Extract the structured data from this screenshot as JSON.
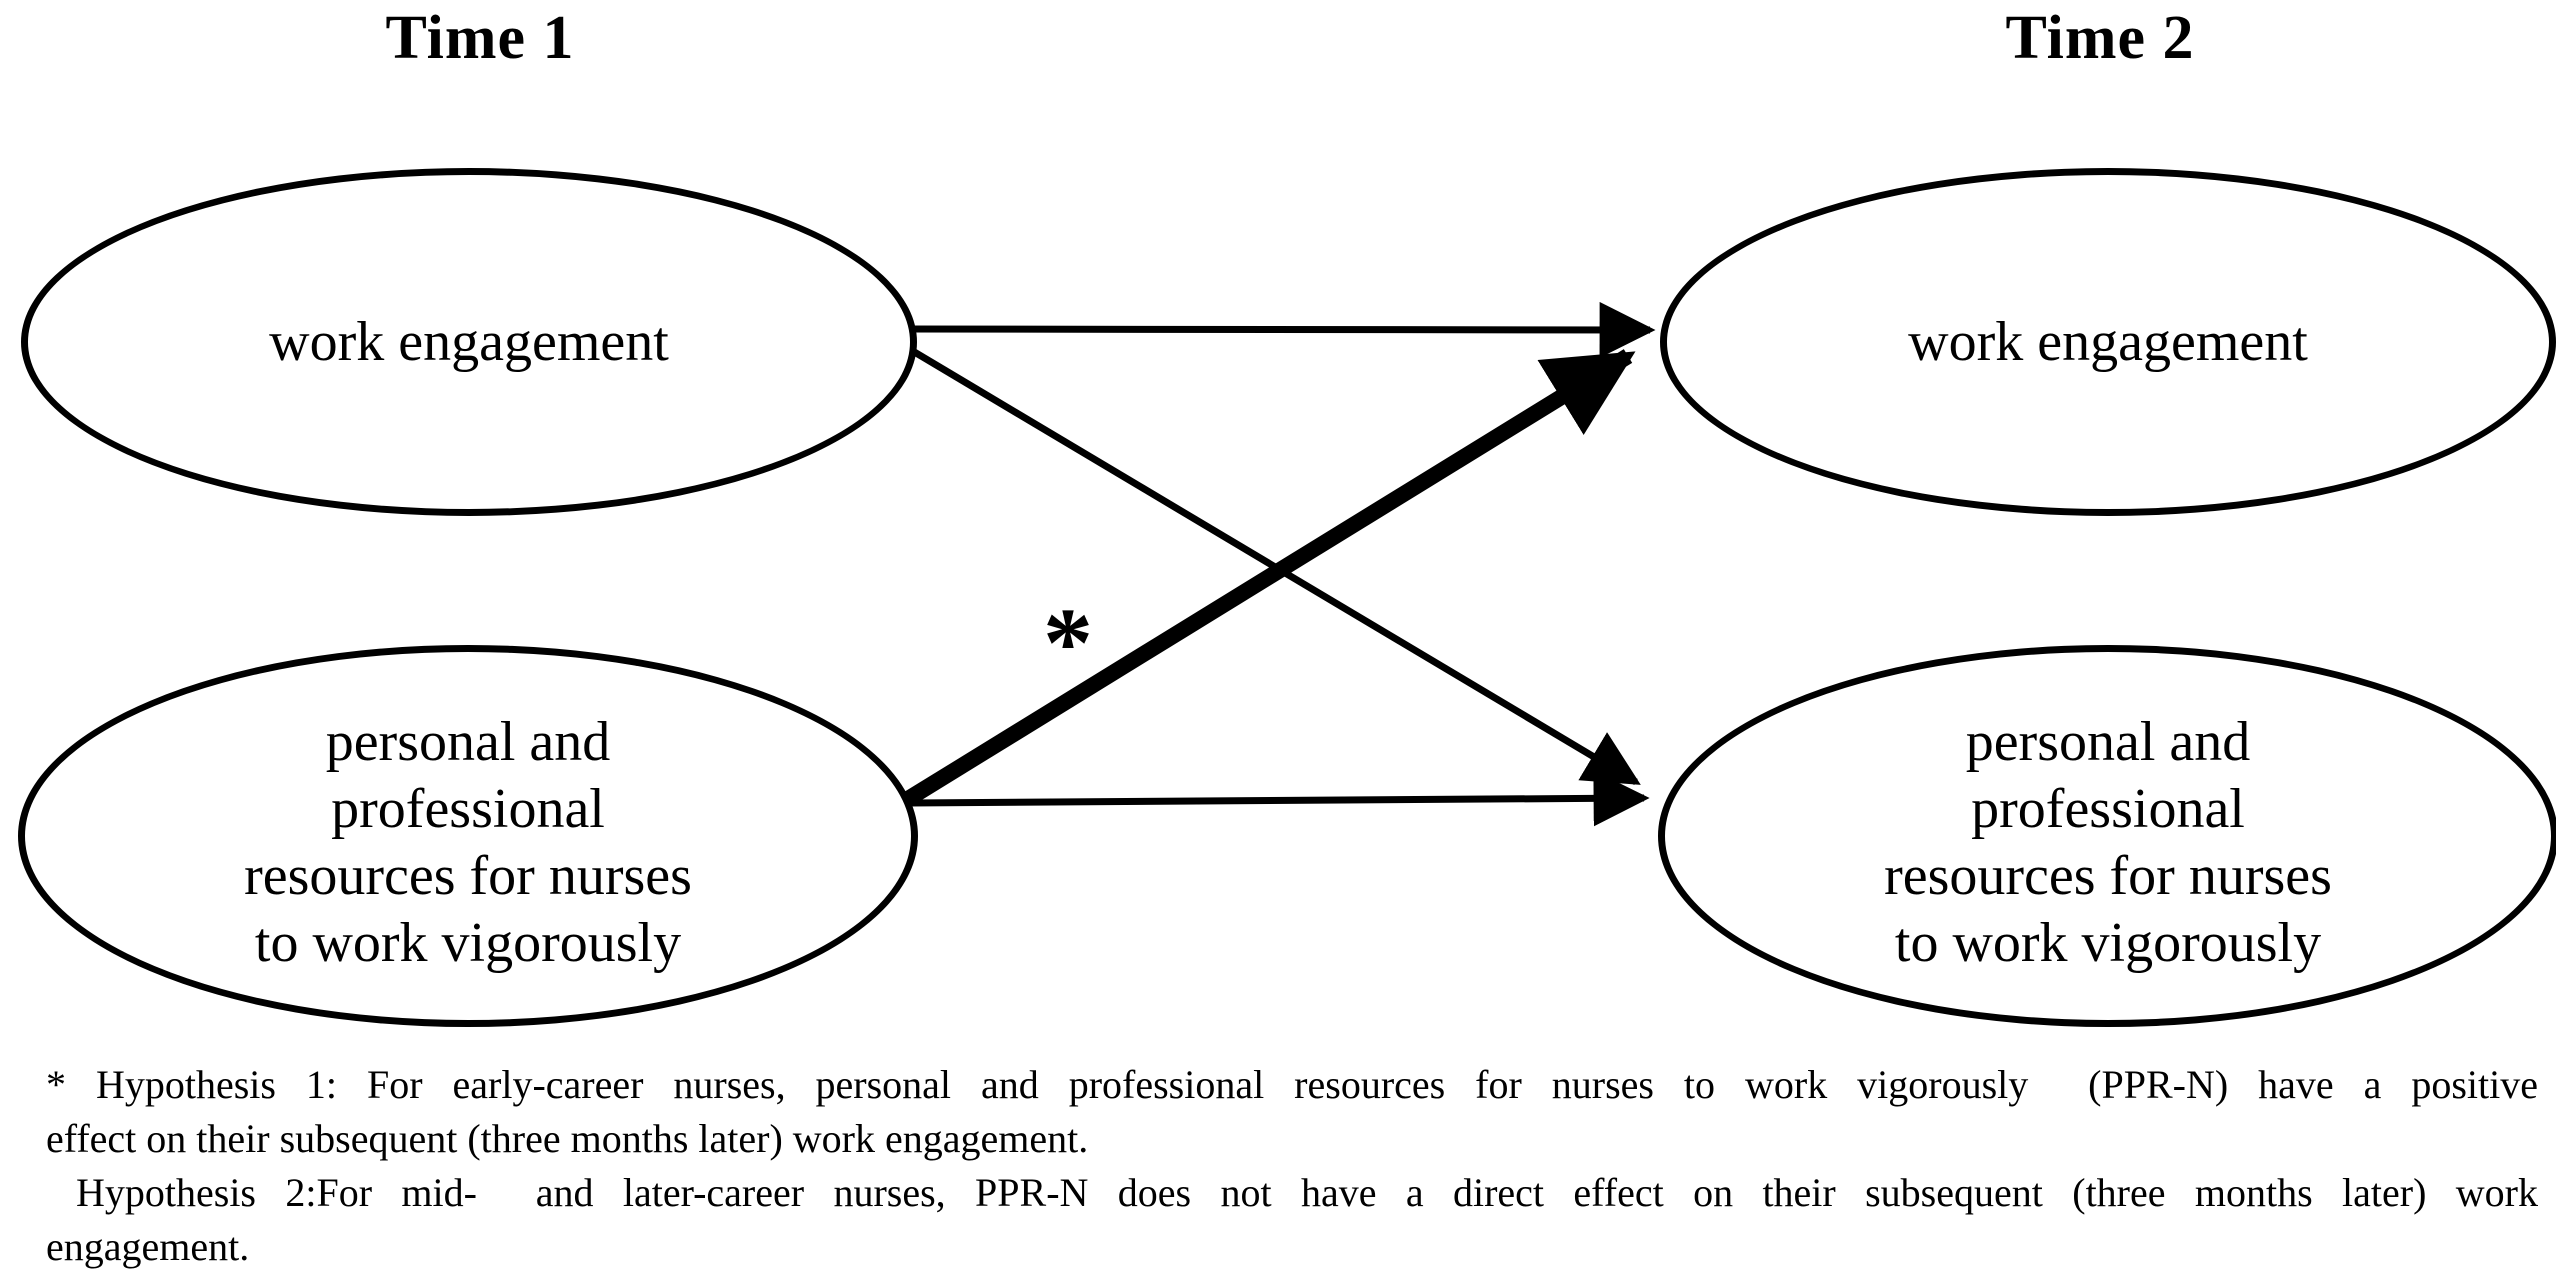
{
  "diagram": {
    "columns": [
      {
        "label": "Time 1"
      },
      {
        "label": "Time 2"
      }
    ],
    "nodes": {
      "we_t1": {
        "label": "work engagement"
      },
      "we_t2": {
        "label": "work engagement"
      },
      "ppr_t1": {
        "label": "personal and\nprofessional\nresources for nurses\nto work vigorously"
      },
      "ppr_t2": {
        "label": "personal and\nprofessional\nresources for nurses\nto work vigorously"
      }
    },
    "arrows": [
      {
        "from": "work engagement (Time 1)",
        "to": "work engagement (Time 2)",
        "style": "thin",
        "label": ""
      },
      {
        "from": "work engagement (Time 1)",
        "to": "personal and professional resources for nurses to work vigorously (Time 2)",
        "style": "thin",
        "label": ""
      },
      {
        "from": "personal and professional resources for nurses to work vigorously (Time 1)",
        "to": "work engagement (Time 2)",
        "style": "thick",
        "label": "*"
      },
      {
        "from": "personal and professional resources for nurses to work vigorously (Time 1)",
        "to": "personal and professional resources for nurses to work vigorously (Time 2)",
        "style": "thin",
        "label": ""
      }
    ],
    "significance_marker": "*"
  },
  "caption": {
    "lines": [
      "* Hypothesis 1: For early-career nurses, personal and professional resources for nurses to work vigorously  (PPR-N) have a positive",
      "effect on their subsequent (three months later) work engagement.",
      "Hypothesis 2:For mid-  and later-career nurses, PPR-N does not have a direct effect on their subsequent (three months later) work",
      "engagement."
    ]
  },
  "colors": {
    "ink": "#000000",
    "background": "#ffffff"
  }
}
